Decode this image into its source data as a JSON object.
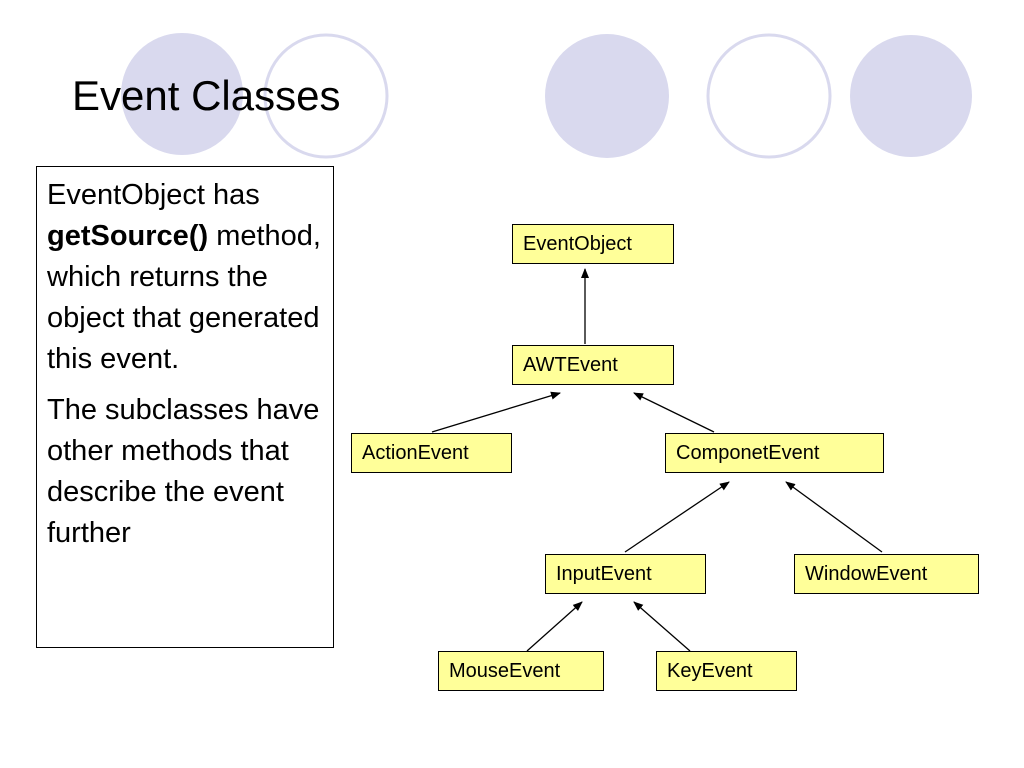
{
  "slide": {
    "title": "Event Classes",
    "text": {
      "line1_prefix": "EventObject has",
      "method_name": "getSource()",
      "line1_suffix": "method, which returns the object that generated this event.",
      "paragraph2": "The subclasses have other methods that describe the event further"
    }
  },
  "diagram": {
    "nodes": {
      "event_object": "EventObject",
      "awt_event": "AWTEvent",
      "action_event": "ActionEvent",
      "component_event": "ComponetEvent",
      "input_event": "InputEvent",
      "window_event": "WindowEvent",
      "mouse_event": "MouseEvent",
      "key_event": "KeyEvent"
    },
    "edges": [
      {
        "from": "AWTEvent",
        "to": "EventObject"
      },
      {
        "from": "ActionEvent",
        "to": "AWTEvent"
      },
      {
        "from": "ComponetEvent",
        "to": "AWTEvent"
      },
      {
        "from": "InputEvent",
        "to": "ComponetEvent"
      },
      {
        "from": "WindowEvent",
        "to": "ComponetEvent"
      },
      {
        "from": "MouseEvent",
        "to": "InputEvent"
      },
      {
        "from": "KeyEvent",
        "to": "InputEvent"
      }
    ],
    "node_fill": "#ffff99",
    "decor_circle_fill": "#d9d9ee",
    "decor_circle_stroke": "#d9d9ee"
  }
}
